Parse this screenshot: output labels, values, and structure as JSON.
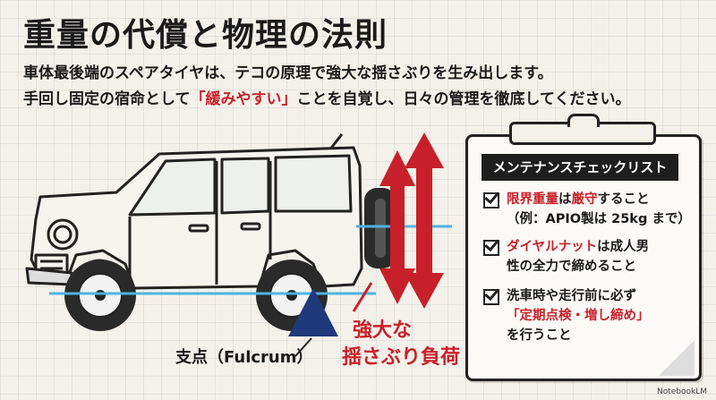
{
  "title": "重量の代償と物理の法則",
  "subtitle": {
    "line1": "車体最後端のスペアタイヤは、テコの原理で強大な揺さぶりを生み出します。",
    "line2_pre": "手回し固定の宿命として",
    "line2_highlight": "「緩みやすい」",
    "line2_post": "ことを自覚し、日々の管理を徹底してください。"
  },
  "diagram": {
    "fulcrum_label": "支点（Fulcrum）",
    "load_label_line1": "強大な",
    "load_label_line2": "揺さぶり負荷"
  },
  "checklist": {
    "header": "メンテナンスチェックリスト",
    "item1": {
      "red1": "限界重量",
      "t1": "は",
      "red2": "厳守",
      "t2": "すること",
      "line2": "（例：APIO製は 25kg まで）"
    },
    "item2": {
      "red": "ダイヤルナット",
      "t1": "は成人男",
      "line2": "性の全力で締めること"
    },
    "item3": {
      "line1": "洗車時や走行前に必ず",
      "red": "「定期点検・増し締め」",
      "line3": "を行うこと"
    }
  },
  "colors": {
    "accent_red": "#c8202a",
    "line_blue": "#4bb5e0",
    "fulcrum_navy": "#1f3a7a"
  },
  "watermark": "NotebookLM"
}
